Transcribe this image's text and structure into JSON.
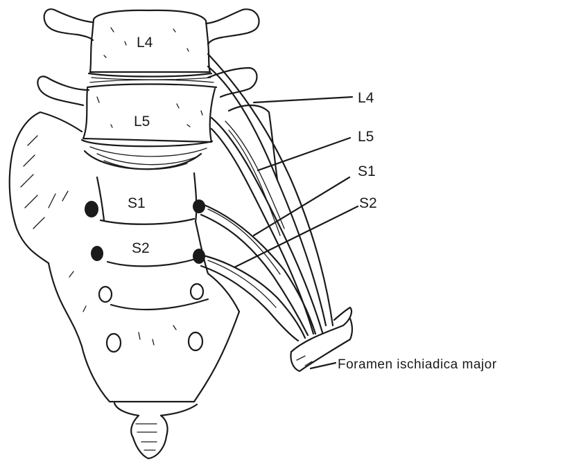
{
  "labels": {
    "vertebrae": {
      "l4": "L4",
      "l5": "L5",
      "s1": "S1",
      "s2": "S2"
    },
    "nerve_roots": {
      "l4": "L4",
      "l5": "L5",
      "s1": "S1",
      "s2": "S2"
    },
    "foramen": "Foramen ischiadica major"
  }
}
